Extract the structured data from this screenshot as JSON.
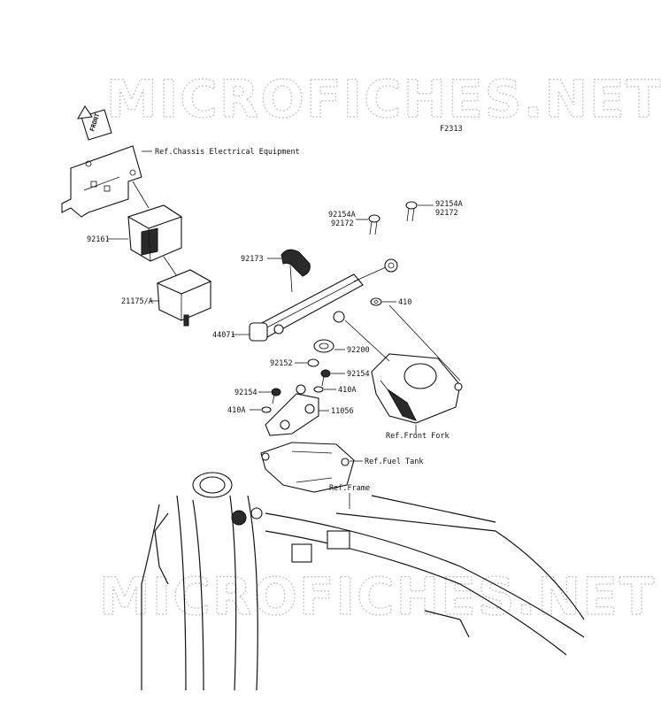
{
  "diagram": {
    "figure_code": "F2313",
    "watermark_text": "MICROFICHES.NET",
    "front_badge": "FRONT",
    "parts": [
      {
        "id": "ref_chassis",
        "label": "Ref.Chassis Electrical Equipment"
      },
      {
        "id": "p92161",
        "label": "92161"
      },
      {
        "id": "p21175a",
        "label": "21175/A"
      },
      {
        "id": "p92173",
        "label": "92173"
      },
      {
        "id": "p92154a_1",
        "label": "92154A"
      },
      {
        "id": "p92172_1",
        "label": "92172"
      },
      {
        "id": "p92154a_2",
        "label": "92154A"
      },
      {
        "id": "p92172_2",
        "label": "92172"
      },
      {
        "id": "p410",
        "label": "410"
      },
      {
        "id": "p44071",
        "label": "44071"
      },
      {
        "id": "p92200",
        "label": "92200"
      },
      {
        "id": "p92152",
        "label": "92152"
      },
      {
        "id": "p92154_1",
        "label": "92154"
      },
      {
        "id": "p410a_1",
        "label": "410A"
      },
      {
        "id": "p92154_2",
        "label": "92154"
      },
      {
        "id": "p410a_2",
        "label": "410A"
      },
      {
        "id": "p11056",
        "label": "11056"
      },
      {
        "id": "ref_fork",
        "label": "Ref.Front Fork"
      },
      {
        "id": "ref_tank",
        "label": "Ref.Fuel Tank"
      },
      {
        "id": "ref_frame",
        "label": "Ref.Frame"
      }
    ]
  }
}
